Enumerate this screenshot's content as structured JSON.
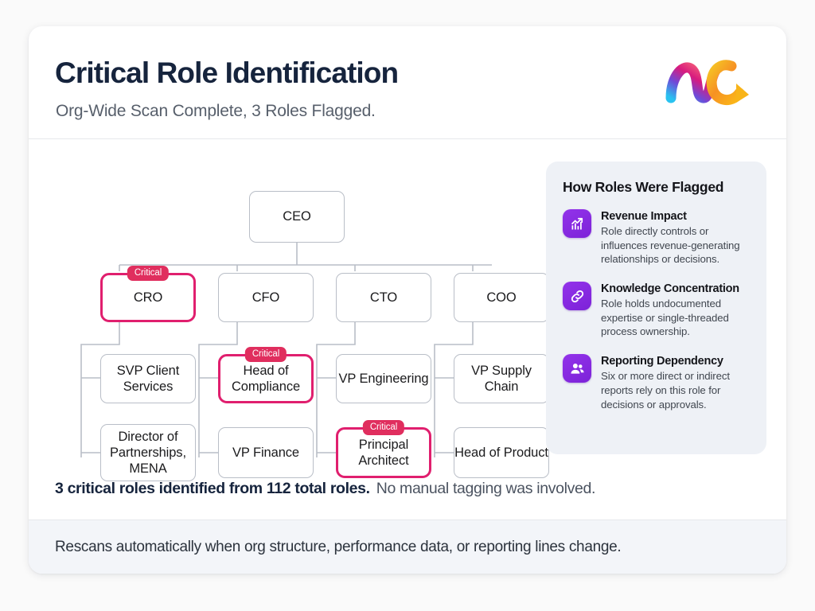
{
  "header": {
    "title": "Critical Role Identification",
    "subtitle": "Org-Wide Scan Complete, 3 Roles Flagged.",
    "logo_name": "me-ribbon-logo"
  },
  "org_chart": {
    "badge_label": "Critical",
    "root": {
      "label": "CEO",
      "critical": false
    },
    "columns": [
      {
        "head": {
          "label": "CRO",
          "critical": true
        },
        "reports": [
          {
            "label": "SVP Client Services",
            "critical": false
          },
          {
            "label": "Director of Partnerships, MENA",
            "critical": false
          }
        ]
      },
      {
        "head": {
          "label": "CFO",
          "critical": false
        },
        "reports": [
          {
            "label": "Head of Compliance",
            "critical": true
          },
          {
            "label": "VP Finance",
            "critical": false
          }
        ]
      },
      {
        "head": {
          "label": "CTO",
          "critical": false
        },
        "reports": [
          {
            "label": "VP Engineering",
            "critical": false
          },
          {
            "label": "Principal Architect",
            "critical": true
          }
        ]
      },
      {
        "head": {
          "label": "COO",
          "critical": false
        },
        "reports": [
          {
            "label": "VP Supply Chain",
            "critical": false
          },
          {
            "label": "Head of Product",
            "critical": false
          }
        ]
      }
    ]
  },
  "panel": {
    "title": "How Roles Were Flagged",
    "criteria": [
      {
        "icon": "chart-trend-up-icon",
        "name": "Revenue Impact",
        "description": "Role directly controls or influences revenue-generating relationships or decisions."
      },
      {
        "icon": "link-chain-icon",
        "name": "Knowledge Concentration",
        "description": "Role holds undocumented expertise or single-threaded process ownership."
      },
      {
        "icon": "users-icon",
        "name": "Reporting Dependency",
        "description": "Six or more direct or indirect reports rely on this role for decisions or approvals."
      }
    ]
  },
  "summary": {
    "bold": "3 critical roles identified from 112 total roles.",
    "light": "No manual tagging was involved."
  },
  "footer": {
    "text": "Rescans automatically when org structure, performance data, or reporting lines change."
  },
  "colors": {
    "critical": "#e01f6e",
    "badge": "#e02e5e",
    "accent_purple": "#8b2be2",
    "title": "#16243d",
    "panel_bg": "#eef1f6",
    "footer_bg": "#f3f5f9"
  }
}
